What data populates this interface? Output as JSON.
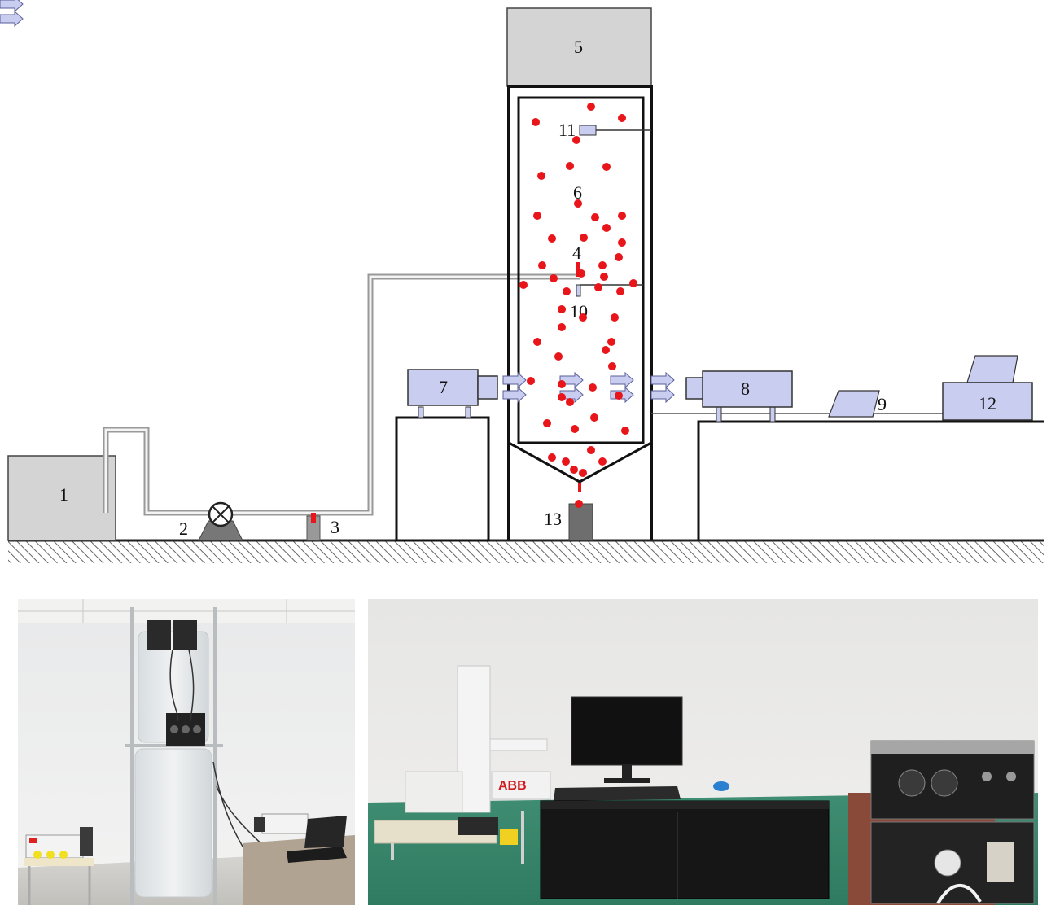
{
  "labels": {
    "tank": "1",
    "pump": "2",
    "flow_meter": "3",
    "nozzle": "4",
    "top_box": "5",
    "column": "6",
    "laser_transmitter": "7",
    "laser_receiver": "8",
    "laptop": "9",
    "lower_sensor": "10",
    "upper_sensor": "11",
    "analyzer": "12",
    "collector": "13"
  },
  "photo_right": {
    "brand": "ABB"
  },
  "colors": {
    "droplet": "#e8151b",
    "device_fill": "#c9cdf0",
    "box_fill": "#d4d4d4",
    "collector_fill": "#6e6e6e",
    "pipe": "#888888"
  }
}
